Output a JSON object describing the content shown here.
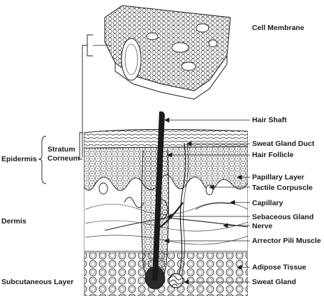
{
  "labels": {
    "cell_membrane": "Cell Membrane",
    "hair_shaft": "Hair Shaft",
    "sweat_gland_duct": "Sweat Gland Duct",
    "hair_follicle": "Hair Follicle",
    "papillary_layer": "Papillary Layer",
    "tactile_corpuscle": "Tactile Corpuscle",
    "capillary": "Capillary",
    "sebaceous_gland": "Sebaceous Gland",
    "nerve": "Nerve",
    "arrector_pili_muscle": "Arrector Pili Muscle",
    "adipose_tissue": "Adipose Tissue",
    "sweat_gland": "Sweat Gland",
    "epidermis": "Epidermis",
    "stratum": "Stratum",
    "corneum": "Corneum",
    "dermis": "Dermis",
    "subcutaneous_layer": "Subcutaneous Layer"
  },
  "colors": {
    "ink": "#1a1a1a",
    "paper": "#ffffff"
  }
}
